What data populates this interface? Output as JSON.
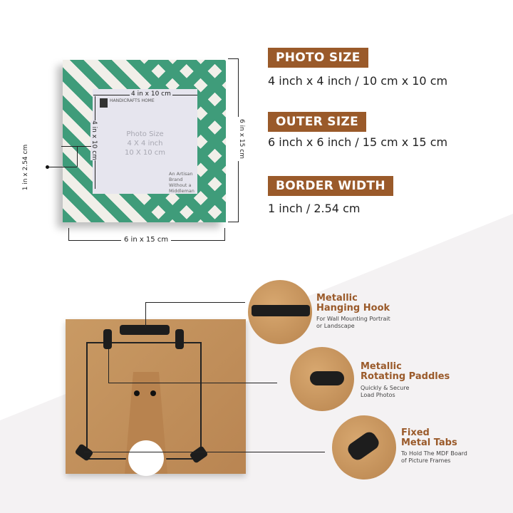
{
  "specs": [
    {
      "label": "PHOTO SIZE",
      "value": "4 inch x 4 inch / 10 cm x 10 cm"
    },
    {
      "label": "OUTER SIZE",
      "value": "6 inch x 6 inch / 15 cm x 15 cm"
    },
    {
      "label": "BORDER WIDTH",
      "value": "1 inch / 2.54 cm"
    }
  ],
  "front": {
    "inner_width": "4 in x 10 cm",
    "inner_height": "4 in x 10 cm",
    "outer_width": "6 in x 15 cm",
    "outer_height": "6 in x 15 cm",
    "border": "1 in x 2.54 cm",
    "logo": "HANDICRAFTS HOME",
    "photo_text": [
      "Photo Size",
      "4 X 4 inch",
      "10 X 10 cm"
    ],
    "artisan": [
      "An Artisan",
      "Brand",
      "Without a",
      "Middleman"
    ]
  },
  "features": [
    {
      "title": [
        "Metallic",
        "Hanging Hook"
      ],
      "desc": [
        "For Wall Mounting Portrait",
        "or Landscape"
      ]
    },
    {
      "title": [
        "Metallic",
        "Rotating Paddles"
      ],
      "desc": [
        "Quickly & Secure",
        "Load Photos"
      ]
    },
    {
      "title": [
        "Fixed",
        "Metal Tabs"
      ],
      "desc": [
        "To Hold The MDF Board",
        "of Picture Frames"
      ]
    }
  ]
}
